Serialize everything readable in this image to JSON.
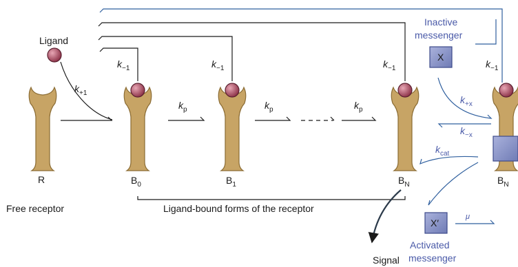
{
  "labels": {
    "ligand": "Ligand",
    "free_receptor": "Free receptor",
    "ligand_bound_forms": "Ligand-bound forms of the receptor",
    "signal": "Signal",
    "inactive_line1": "Inactive",
    "inactive_line2": "messenger",
    "activated_line1": "Activated",
    "activated_line2": "messenger",
    "messenger_x": "X",
    "messenger_x_active": "X′",
    "mu": "μ"
  },
  "receptors": {
    "r": "R",
    "b0_main": "B",
    "b0_sub": "0",
    "b1_main": "B",
    "b1_sub": "1",
    "bn_main": "B",
    "bn_sub": "N",
    "bn2_main": "B",
    "bn2_sub": "N"
  },
  "rates": {
    "k_main": "k",
    "k_plus1_sub": "+1",
    "k_minus1_sub": "−1",
    "k_p_sub": "p",
    "k_plus_x_sub": "+x",
    "k_minus_x_sub": "−x",
    "k_cat_sub": "cat"
  },
  "colors": {
    "receptor": "#c7a465",
    "ligand": "#b0566b",
    "messenger": "#8b95c8",
    "blue_text": "#4a5aa8",
    "blue_lines": "#2f5f9e"
  }
}
